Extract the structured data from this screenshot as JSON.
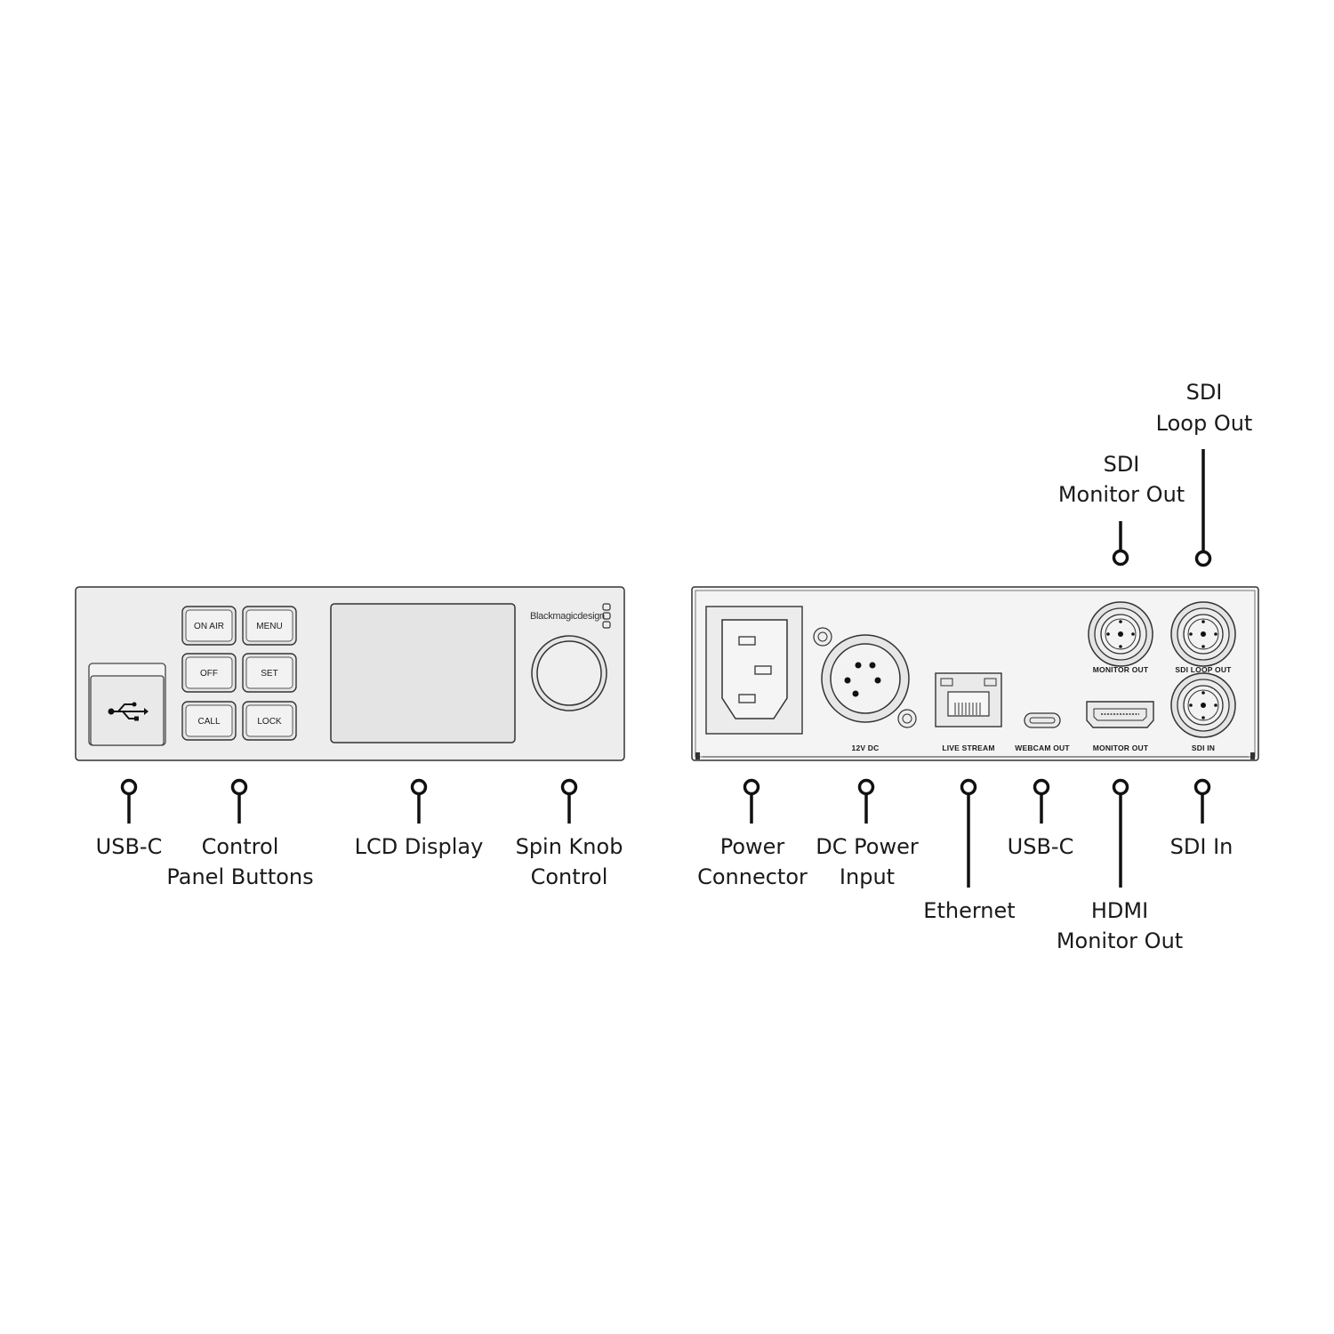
{
  "front_panel": {
    "brand": "Blackmagicdesign",
    "buttons": {
      "on_air": "ON AIR",
      "menu": "MENU",
      "off": "OFF",
      "set": "SET",
      "call": "CALL",
      "lock": "LOCK"
    },
    "icons": {
      "usb": "usb-icon",
      "knob": "spin-knob-icon",
      "logo": "blackmagic-logo-icon"
    }
  },
  "rear_panel": {
    "port_labels": {
      "dc": "12V DC",
      "live_stream": "LIVE STREAM",
      "webcam_out": "WEBCAM OUT",
      "monitor_out_hdmi": "MONITOR OUT",
      "monitor_out_sdi": "MONITOR OUT",
      "sdi_loop_out": "SDI LOOP OUT",
      "sdi_in": "SDI IN"
    },
    "icons": {
      "power": "iec-power-connector-icon",
      "xlr": "xlr-dc-input-icon",
      "ethernet": "ethernet-port-icon",
      "usbc": "usb-c-port-icon",
      "hdmi": "hdmi-port-icon",
      "bnc": "bnc-connector-icon"
    }
  },
  "callouts": {
    "front_usbc": [
      "USB-C"
    ],
    "control_panel_buttons": [
      "Control",
      "Panel Buttons"
    ],
    "lcd_display": [
      "LCD Display"
    ],
    "spin_knob": [
      "Spin Knob",
      "Control"
    ],
    "power_connector": [
      "Power",
      "Connector"
    ],
    "dc_power_input": [
      "DC Power",
      "Input"
    ],
    "ethernet": [
      "Ethernet"
    ],
    "rear_usbc": [
      "USB-C"
    ],
    "hdmi_monitor_out": [
      "HDMI",
      "Monitor Out"
    ],
    "sdi_in": [
      "SDI In"
    ],
    "sdi_monitor_out": [
      "SDI",
      "Monitor Out"
    ],
    "sdi_loop_out": [
      "SDI",
      "Loop Out"
    ]
  }
}
